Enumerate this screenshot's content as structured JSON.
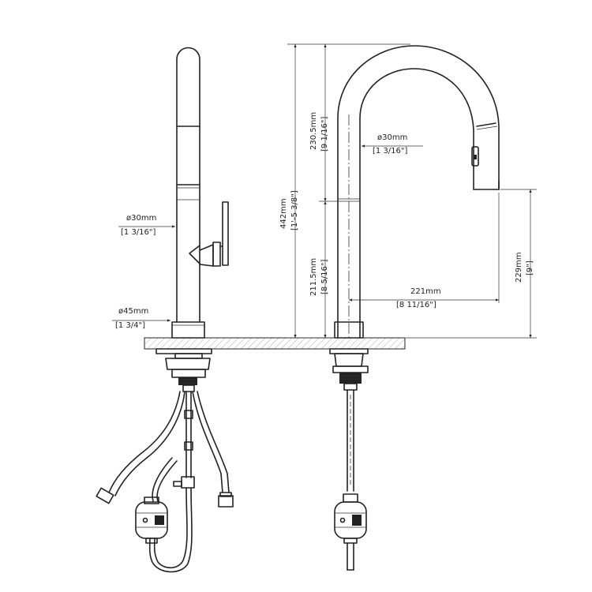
{
  "front_view": {
    "spout_diameter": "ø30mm",
    "spout_diameter_in": "[1 3/16\"]",
    "base_diameter": "ø45mm",
    "base_diameter_in": "[1 3/4\"]"
  },
  "side_view": {
    "total_height": "442mm",
    "total_height_in": "[1'-5 3/8\"]",
    "upper_height": "230.5mm",
    "upper_height_in": "[9 1/16\"]",
    "lower_height": "211.5mm",
    "lower_height_in": "[8 5/16\"]",
    "spout_diameter": "ø30mm",
    "spout_diameter_in": "[1 3/16\"]",
    "reach": "221mm",
    "reach_in": "[8 11/16\"]",
    "spout_height": "229mm",
    "spout_height_in": "[9\"]"
  }
}
